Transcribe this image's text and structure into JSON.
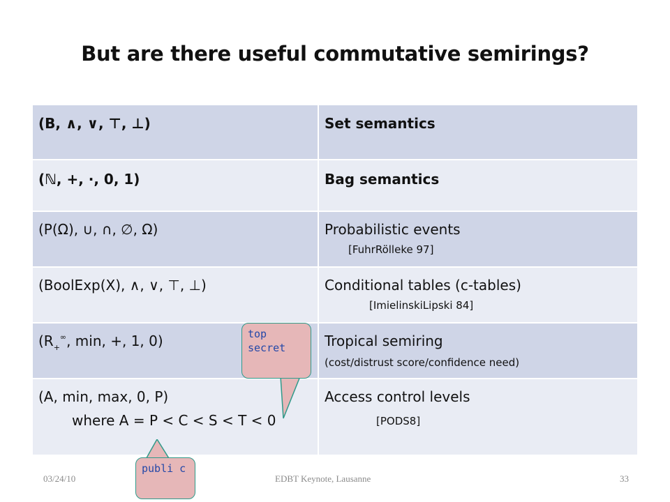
{
  "title": "But are there useful commutative semirings?",
  "rows": [
    {
      "left": "(B, ∧, ∨, ⊤, ⊥)",
      "right": "Set semantics",
      "right_note": ""
    },
    {
      "left": "(ℕ, +, ·, 0, 1)",
      "right": "Bag semantics",
      "right_note": ""
    },
    {
      "left": "(P(Ω), ∪, ∩, ∅, Ω)",
      "right": "Probabilistic events",
      "right_note": "[FuhrRölleke 97]"
    },
    {
      "left": "(BoolExp(X), ∧, ∨, ⊤, ⊥)",
      "right": "Conditional tables (c-tables)",
      "right_note": "[ImielinskiLipski 84]"
    },
    {
      "left": "(R",
      "left_sub": "+",
      "left_sup": "∞",
      "left_rest": ", min, +, 1, 0)",
      "right": "Tropical semiring",
      "right_note": "(cost/distrust score/confidence need)"
    },
    {
      "left": "(A, min, max, 0, P)",
      "left_line2": "where A = P < C < S < T < 0",
      "right": "Access control levels",
      "right_note": "[PODS8]"
    }
  ],
  "callouts": {
    "top_secret": "top secret",
    "public": "publi c"
  },
  "footer": {
    "date": "03/24/10",
    "event": "EDBT Keynote, Lausanne",
    "page": "33"
  },
  "colors": {
    "row_dark": "#cfd5e7",
    "row_light": "#e9ecf4",
    "callout_fill": "#e6b7b8",
    "callout_text": "#2448a8"
  }
}
